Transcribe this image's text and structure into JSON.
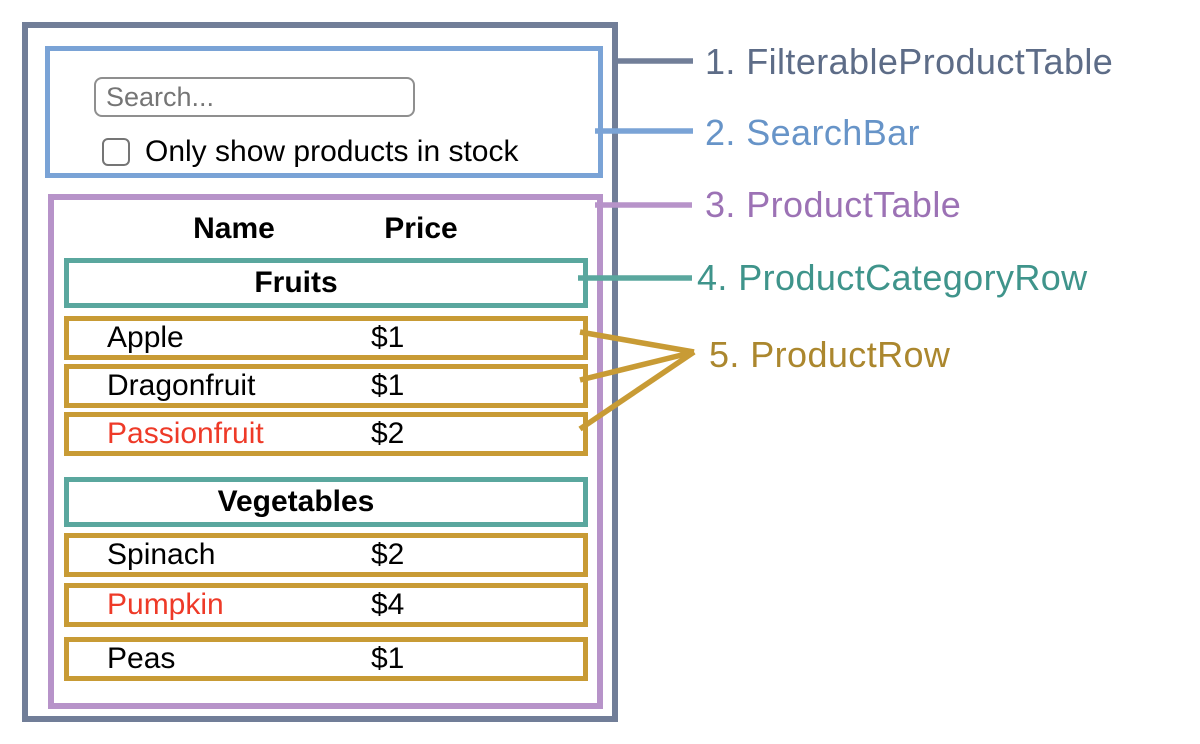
{
  "search_bar": {
    "placeholder": "Search...",
    "checkbox_label": "Only show products in stock",
    "checkbox_checked": false
  },
  "table": {
    "name_header": "Name",
    "price_header": "Price",
    "sections": [
      {
        "category": "Fruits",
        "rows": [
          {
            "name": "Apple",
            "price": "$1",
            "in_stock": true
          },
          {
            "name": "Dragonfruit",
            "price": "$1",
            "in_stock": true
          },
          {
            "name": "Passionfruit",
            "price": "$2",
            "in_stock": false
          }
        ]
      },
      {
        "category": "Vegetables",
        "rows": [
          {
            "name": "Spinach",
            "price": "$2",
            "in_stock": true
          },
          {
            "name": "Pumpkin",
            "price": "$4",
            "in_stock": false
          },
          {
            "name": "Peas",
            "price": "$1",
            "in_stock": true
          }
        ]
      }
    ]
  },
  "legend": [
    {
      "label": "1. FilterableProductTable",
      "color": "#5d6c87"
    },
    {
      "label": "2. SearchBar",
      "color": "#6794c8"
    },
    {
      "label": "3. ProductTable",
      "color": "#9c72b5"
    },
    {
      "label": "4. ProductCategoryRow",
      "color": "#3f948b"
    },
    {
      "label": "5. ProductRow",
      "color": "#ab872e"
    }
  ],
  "colors": {
    "outline_gray": "#717e98",
    "outline_blue": "#7aa3d6",
    "outline_purple": "#b793c9",
    "outline_teal": "#5aa79e",
    "outline_gold": "#c89b35",
    "out_of_stock_red": "#ee3a28"
  }
}
